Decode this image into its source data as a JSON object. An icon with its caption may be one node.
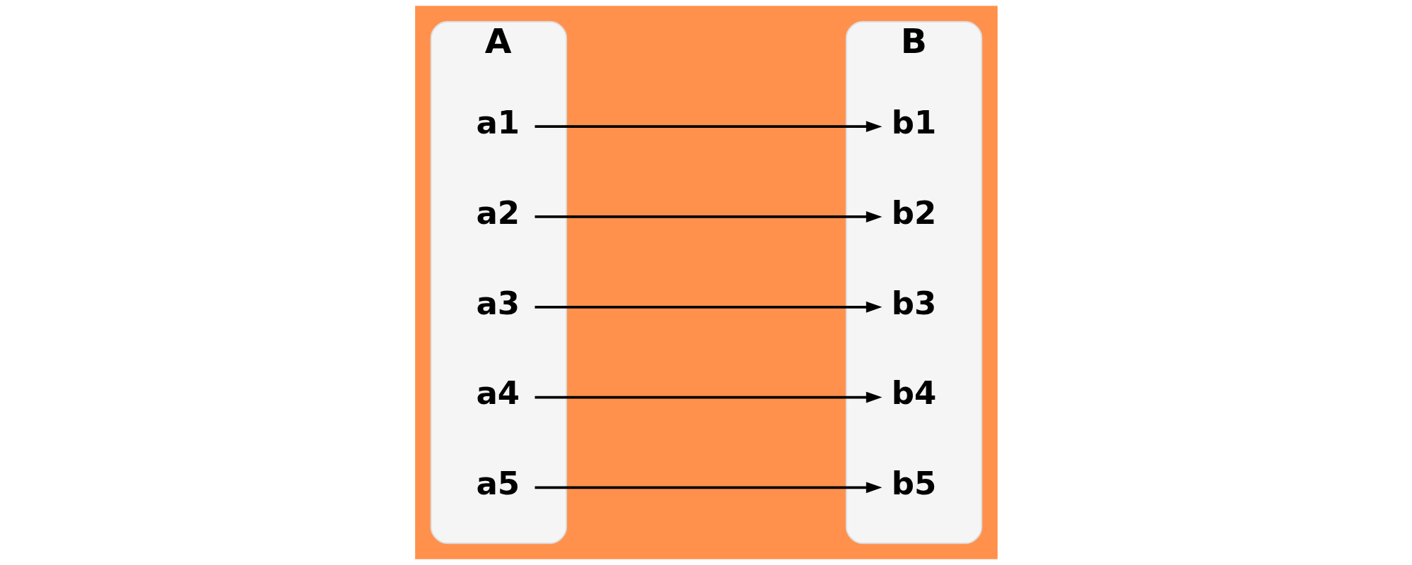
{
  "diagram": {
    "nodes": [
      {
        "text": [
          "A"
        ]
      },
      {
        "text": [
          "a1"
        ],
        "in": 0
      },
      {
        "text": [
          "a2"
        ],
        "in": 0
      },
      {
        "text": [
          "a3"
        ],
        "in": 0
      },
      {
        "text": [
          "a4"
        ],
        "in": 0
      },
      {
        "text": [
          "a5"
        ],
        "in": 0
      },
      {
        "text": [
          "B"
        ]
      },
      {
        "text": [
          "b1"
        ],
        "in": 6
      },
      {
        "text": [
          "b2"
        ],
        "in": 6
      },
      {
        "text": [
          "b3"
        ],
        "in": 6
      },
      {
        "text": [
          "b4"
        ],
        "in": 6
      },
      {
        "text": [
          "b5"
        ],
        "in": 6
      }
    ],
    "edges": [
      {
        "from": 1,
        "to": 7,
        "arrow": "to"
      },
      {
        "from": 2,
        "to": 8,
        "arrow": "to"
      },
      {
        "from": 3,
        "to": 9,
        "arrow": "to"
      },
      {
        "from": 4,
        "to": 10,
        "arrow": "to"
      },
      {
        "from": 5,
        "to": 11,
        "arrow": "to"
      }
    ]
  }
}
